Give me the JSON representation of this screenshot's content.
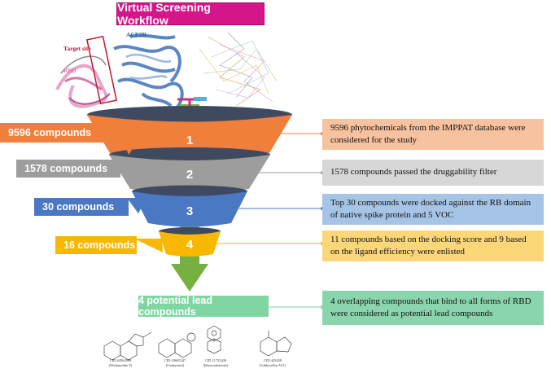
{
  "title": "Virtual Screening Workflow",
  "protein_labels": {
    "ace2r": "ACE2R",
    "target_site": "Target site",
    "rbd": "RBD"
  },
  "stages": [
    {
      "number": "1",
      "count_label": "9596 compounds",
      "description": "9596 phytochemicals from the IMPPAT database were considered for the study",
      "color": "#f07f3c",
      "box_color": "#f6c2a0"
    },
    {
      "number": "2",
      "count_label": "1578 compounds",
      "description": "1578 compounds passed the druggability filter",
      "color": "#9d9d9d",
      "box_color": "#d7d7d7"
    },
    {
      "number": "3",
      "count_label": "30 compounds",
      "description": "Top 30 compounds were docked against the RB domain of native spike protein and 5 VOC",
      "color": "#4a78c2",
      "box_color": "#a6c4e6"
    },
    {
      "number": "4",
      "count_label": "16 compounds",
      "description": "11 compounds based on the docking score and 9 based on the ligand efficiency were enlisted",
      "color": "#f8b800",
      "box_color": "#fcd77a"
    }
  ],
  "lead": {
    "label": "4 potential lead compounds",
    "description": "4 overlapping compounds that bind to all forms of RBD were considered as potential lead compounds",
    "color": "#7fd6a2",
    "box_color": "#8ad5ad"
  },
  "molecules": [
    {
      "cid": "CID 44562999",
      "name": "(Withanolide F)"
    },
    {
      "cid": "CID 10665247",
      "name": "(Grahamiol)"
    },
    {
      "cid": "CID 11725426",
      "name": "(Benzoxbenzine)"
    },
    {
      "cid": "CID 443458",
      "name": "(Gibberellin A51)"
    }
  ]
}
